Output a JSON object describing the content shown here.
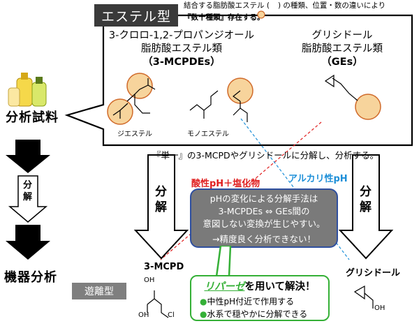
{
  "ester_tag": "エステル型",
  "note_line1": "結合する脂肪酸エステル (",
  "note_line1b": ") の種類、位置・数の違いにより",
  "note_line2": "『数十種類』存在する。",
  "mcpde_title_1": "3-クロロ-1,2-プロパンジオール",
  "mcpde_title_2": "脂肪酸エステル類",
  "mcpde_title_3": "（3-MCPDEs）",
  "ge_title_1": "グリシドール",
  "ge_title_2": "脂肪酸エステル類",
  "ge_title_3": "（GEs）",
  "diester_label": "ジエステル",
  "monoester_label": "モノエステル",
  "sample_label": "分析試料",
  "instrument_label": "機器分析",
  "decompose_small": [
    "分",
    "解"
  ],
  "single_line": "『単一』の3-MCPDやグリシドールに分解し、分析する。",
  "decompose_big_left": [
    "分",
    "解"
  ],
  "decompose_big_right": [
    "分",
    "解"
  ],
  "acid_label": "酸性pH＋塩化物",
  "alkaline_label": "アルカリ性pH",
  "grey_box_lines": [
    "pHの変化による分解手法は",
    "3-MCPDEs ⇔ GEs間の",
    "意図しない変換が生じやすい。",
    "→精度良く分析できない！"
  ],
  "product_left": "3-MCPD",
  "product_right": "グリシドール",
  "free_tag": "遊離型",
  "lipase_head_1": "リパーゼ",
  "lipase_head_2": "を用いて解決！",
  "lipase_points": [
    "中性pH付近で作用する",
    "水系で穏やかに分解できる"
  ],
  "colors": {
    "dark_tag": "#3a3a3a",
    "acid": "#e01f1f",
    "alkaline": "#1d8fd8",
    "green": "#35b037",
    "ester_fill": "#f7d49c",
    "ester_stroke": "#d06a2a",
    "grey_box": "#7a7a7a",
    "box_border": "#2f4f9f"
  },
  "icons": [
    "oil-bottles-icon",
    "ester-highlight-icon",
    "down-arrow-icon",
    "epoxide-icon"
  ]
}
